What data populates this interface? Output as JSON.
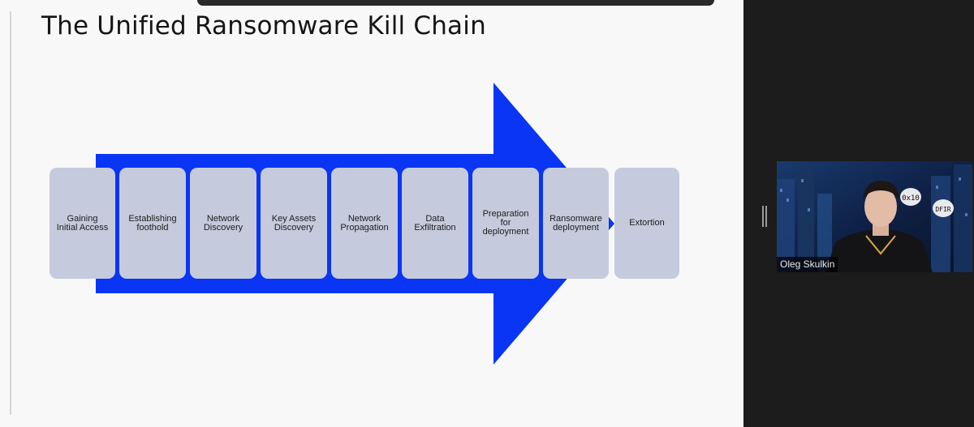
{
  "slide": {
    "title": "The Unified Ransomware Kill Chain",
    "arrow_color": "#0a35f5",
    "stage_color": "#c5cbdc",
    "stages": [
      {
        "label": "Gaining\nInitial Access"
      },
      {
        "label": "Establishing\nfoothold"
      },
      {
        "label": "Network\nDiscovery"
      },
      {
        "label": "Key Assets\nDiscovery"
      },
      {
        "label": "Network\nPropagation"
      },
      {
        "label": "Data\nExfiltration"
      },
      {
        "label": "Preparation\nfor\ndeployment"
      },
      {
        "label": "Ransomware\ndeployment"
      },
      {
        "label": "Extortion"
      }
    ]
  },
  "video": {
    "participant_name": "Oleg Skulkin",
    "badges": [
      "0x10",
      "DFIR"
    ]
  }
}
